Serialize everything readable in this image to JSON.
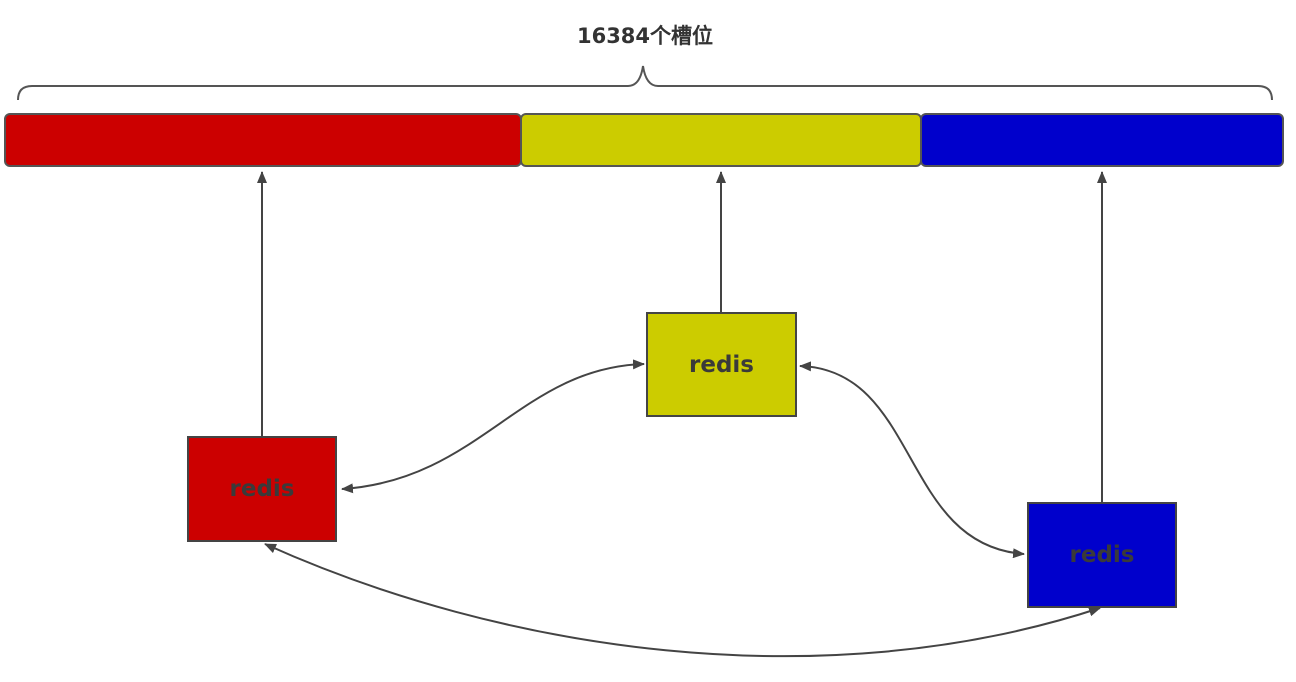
{
  "title": "16384个槽位",
  "colors": {
    "red": "#cc0000",
    "yellow": "#cccc00",
    "blue": "#0000cc",
    "line": "#444444"
  },
  "slots": [
    {
      "color": "red"
    },
    {
      "color": "yellow"
    },
    {
      "color": "blue"
    }
  ],
  "nodes": [
    {
      "label": "redis",
      "color": "red"
    },
    {
      "label": "redis",
      "color": "yellow"
    },
    {
      "label": "redis",
      "color": "blue"
    }
  ]
}
